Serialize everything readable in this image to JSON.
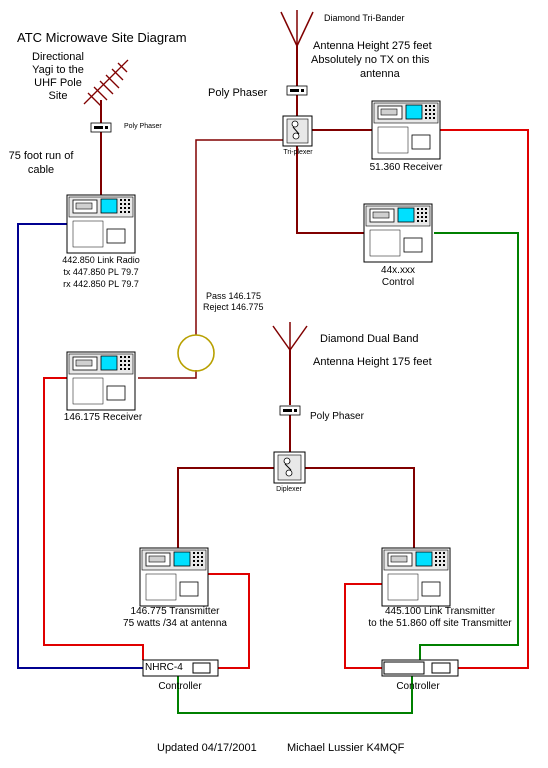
{
  "title": "ATC Microwave Site Diagram",
  "yagi": {
    "label1": "Directional",
    "label2": "Yagi to the",
    "label3": "UHF Pole",
    "label4": "Site",
    "phaser": "Poly Phaser"
  },
  "cable_run": {
    "line1": "75 foot run of",
    "line2": "cable"
  },
  "tri_bander": {
    "name": "Diamond Tri-Bander",
    "height1": "Antenna Height 275 feet",
    "height2": "Absolutely no TX on this",
    "height3": "antenna",
    "phaser": "Poly Phaser",
    "triplexer": "Tri-plexer"
  },
  "receiver_51": {
    "label": "51.360 Receiver"
  },
  "control": {
    "line1": "44x.xxx",
    "line2": "Control"
  },
  "link_radio": {
    "line1": "442.850 Link Radio",
    "line2": "tx 447.850 PL 79.7",
    "line3": "rx 442.850 PL 79.7"
  },
  "cavity": {
    "line1": "Pass 146.175",
    "line2": "Reject 146.775"
  },
  "dual_band": {
    "name": "Diamond Dual Band",
    "height": "Antenna Height 175 feet",
    "phaser": "Poly Phaser",
    "diplexer": "Diplexer"
  },
  "receiver_146": {
    "label": "146.175 Receiver"
  },
  "tx_146": {
    "line1": "146.775 Transmitter",
    "line2": "75 watts /34 at antenna"
  },
  "tx_445": {
    "line1": "445.100 Link Transmitter",
    "line2": "to the 51.860 off site Transmitter"
  },
  "controller_left": {
    "device": "NHRC-4",
    "label": "Controller"
  },
  "controller_right": {
    "label": "Controller"
  },
  "footer": {
    "updated": "Updated 04/17/2001",
    "author": "Michael Lussier K4MQF"
  },
  "colors": {
    "coax": "#800000",
    "audio_red": "#e00000",
    "blue": "#000090",
    "green": "#008000",
    "cavity": "#b8a000",
    "screen": "#00e0ff"
  }
}
